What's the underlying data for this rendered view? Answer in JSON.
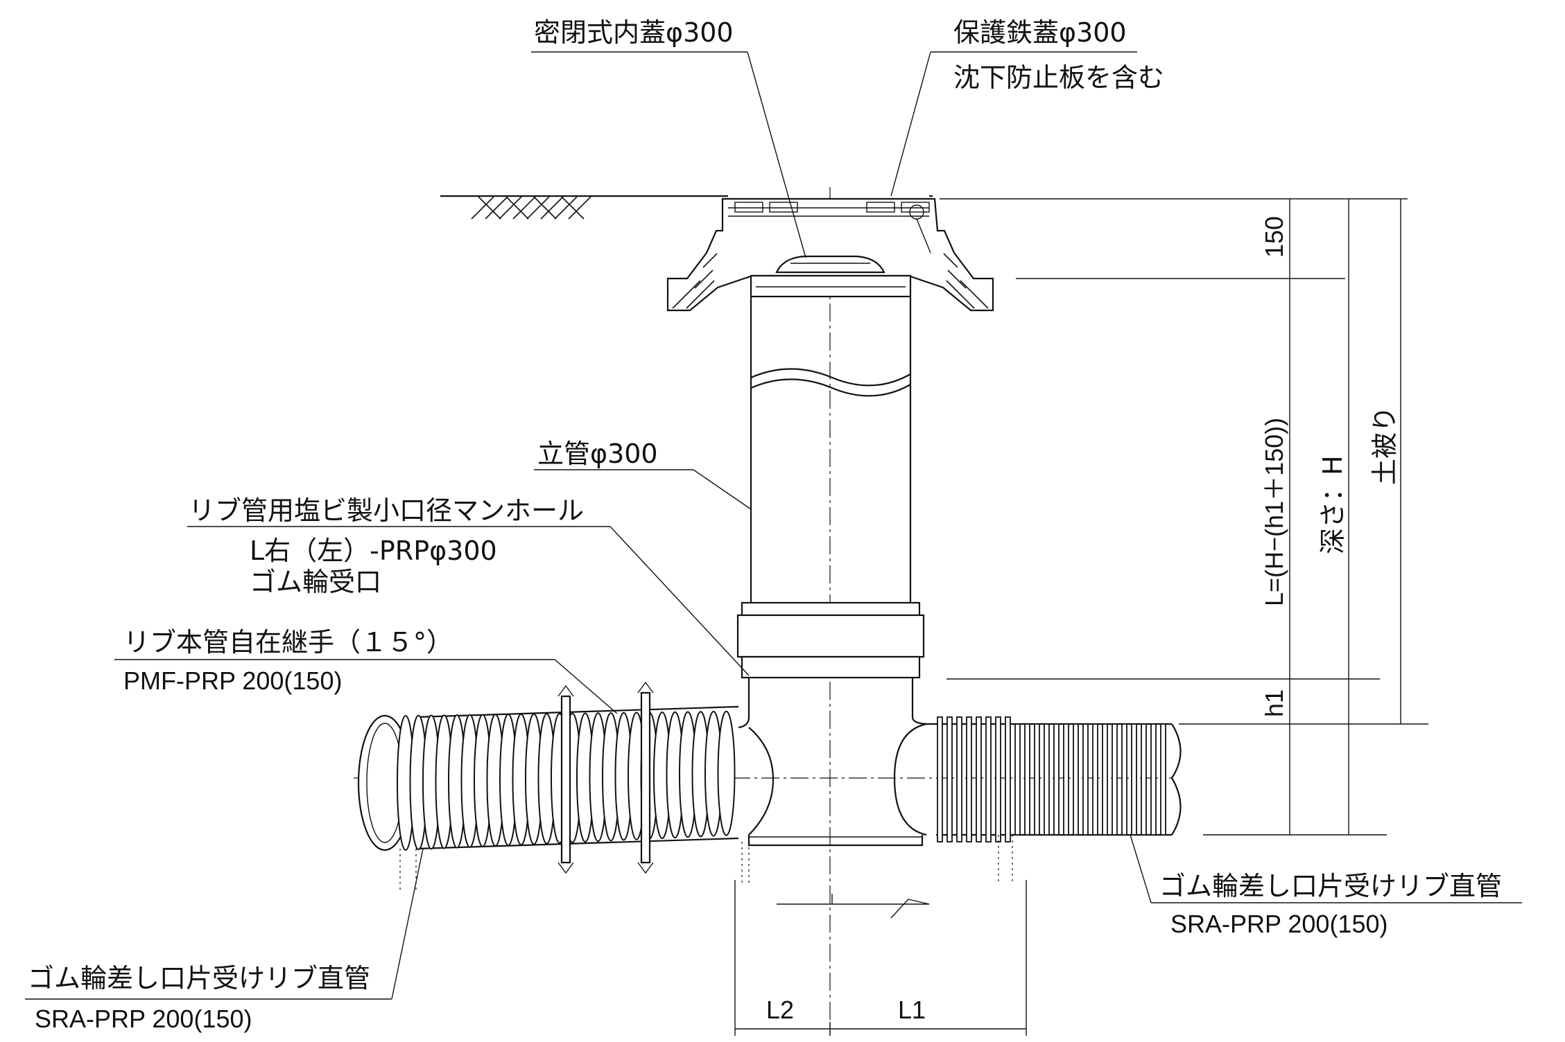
{
  "labels": {
    "inner_lid": "密閉式内蓋φ300",
    "iron_lid": "保護鉄蓋φ300",
    "anti_sink": "沈下防止板を含む",
    "riser": "立管φ300",
    "manhole_title": "リブ管用塩ビ製小口径マンホール",
    "manhole_model": "L右（左）-PRPφ300",
    "manhole_socket": "ゴム輪受口",
    "joint_title": "リブ本管自在継手（１５°）",
    "joint_model": "PMF-PRP 200(150)",
    "pipe_right_title": "ゴム輪差し口片受けリブ直管",
    "pipe_right_model": "SRA-PRP 200(150)",
    "pipe_left_title": "ゴム輪差し口片受けリブ直管",
    "pipe_left_model": "SRA-PRP 200(150)"
  },
  "dimensions": {
    "d150": "150",
    "dL": "L=(H−(h1＋150))",
    "dh1": "h1",
    "depth": "深さ：H",
    "cover": "土被り",
    "L1": "L1",
    "L2": "L2"
  }
}
